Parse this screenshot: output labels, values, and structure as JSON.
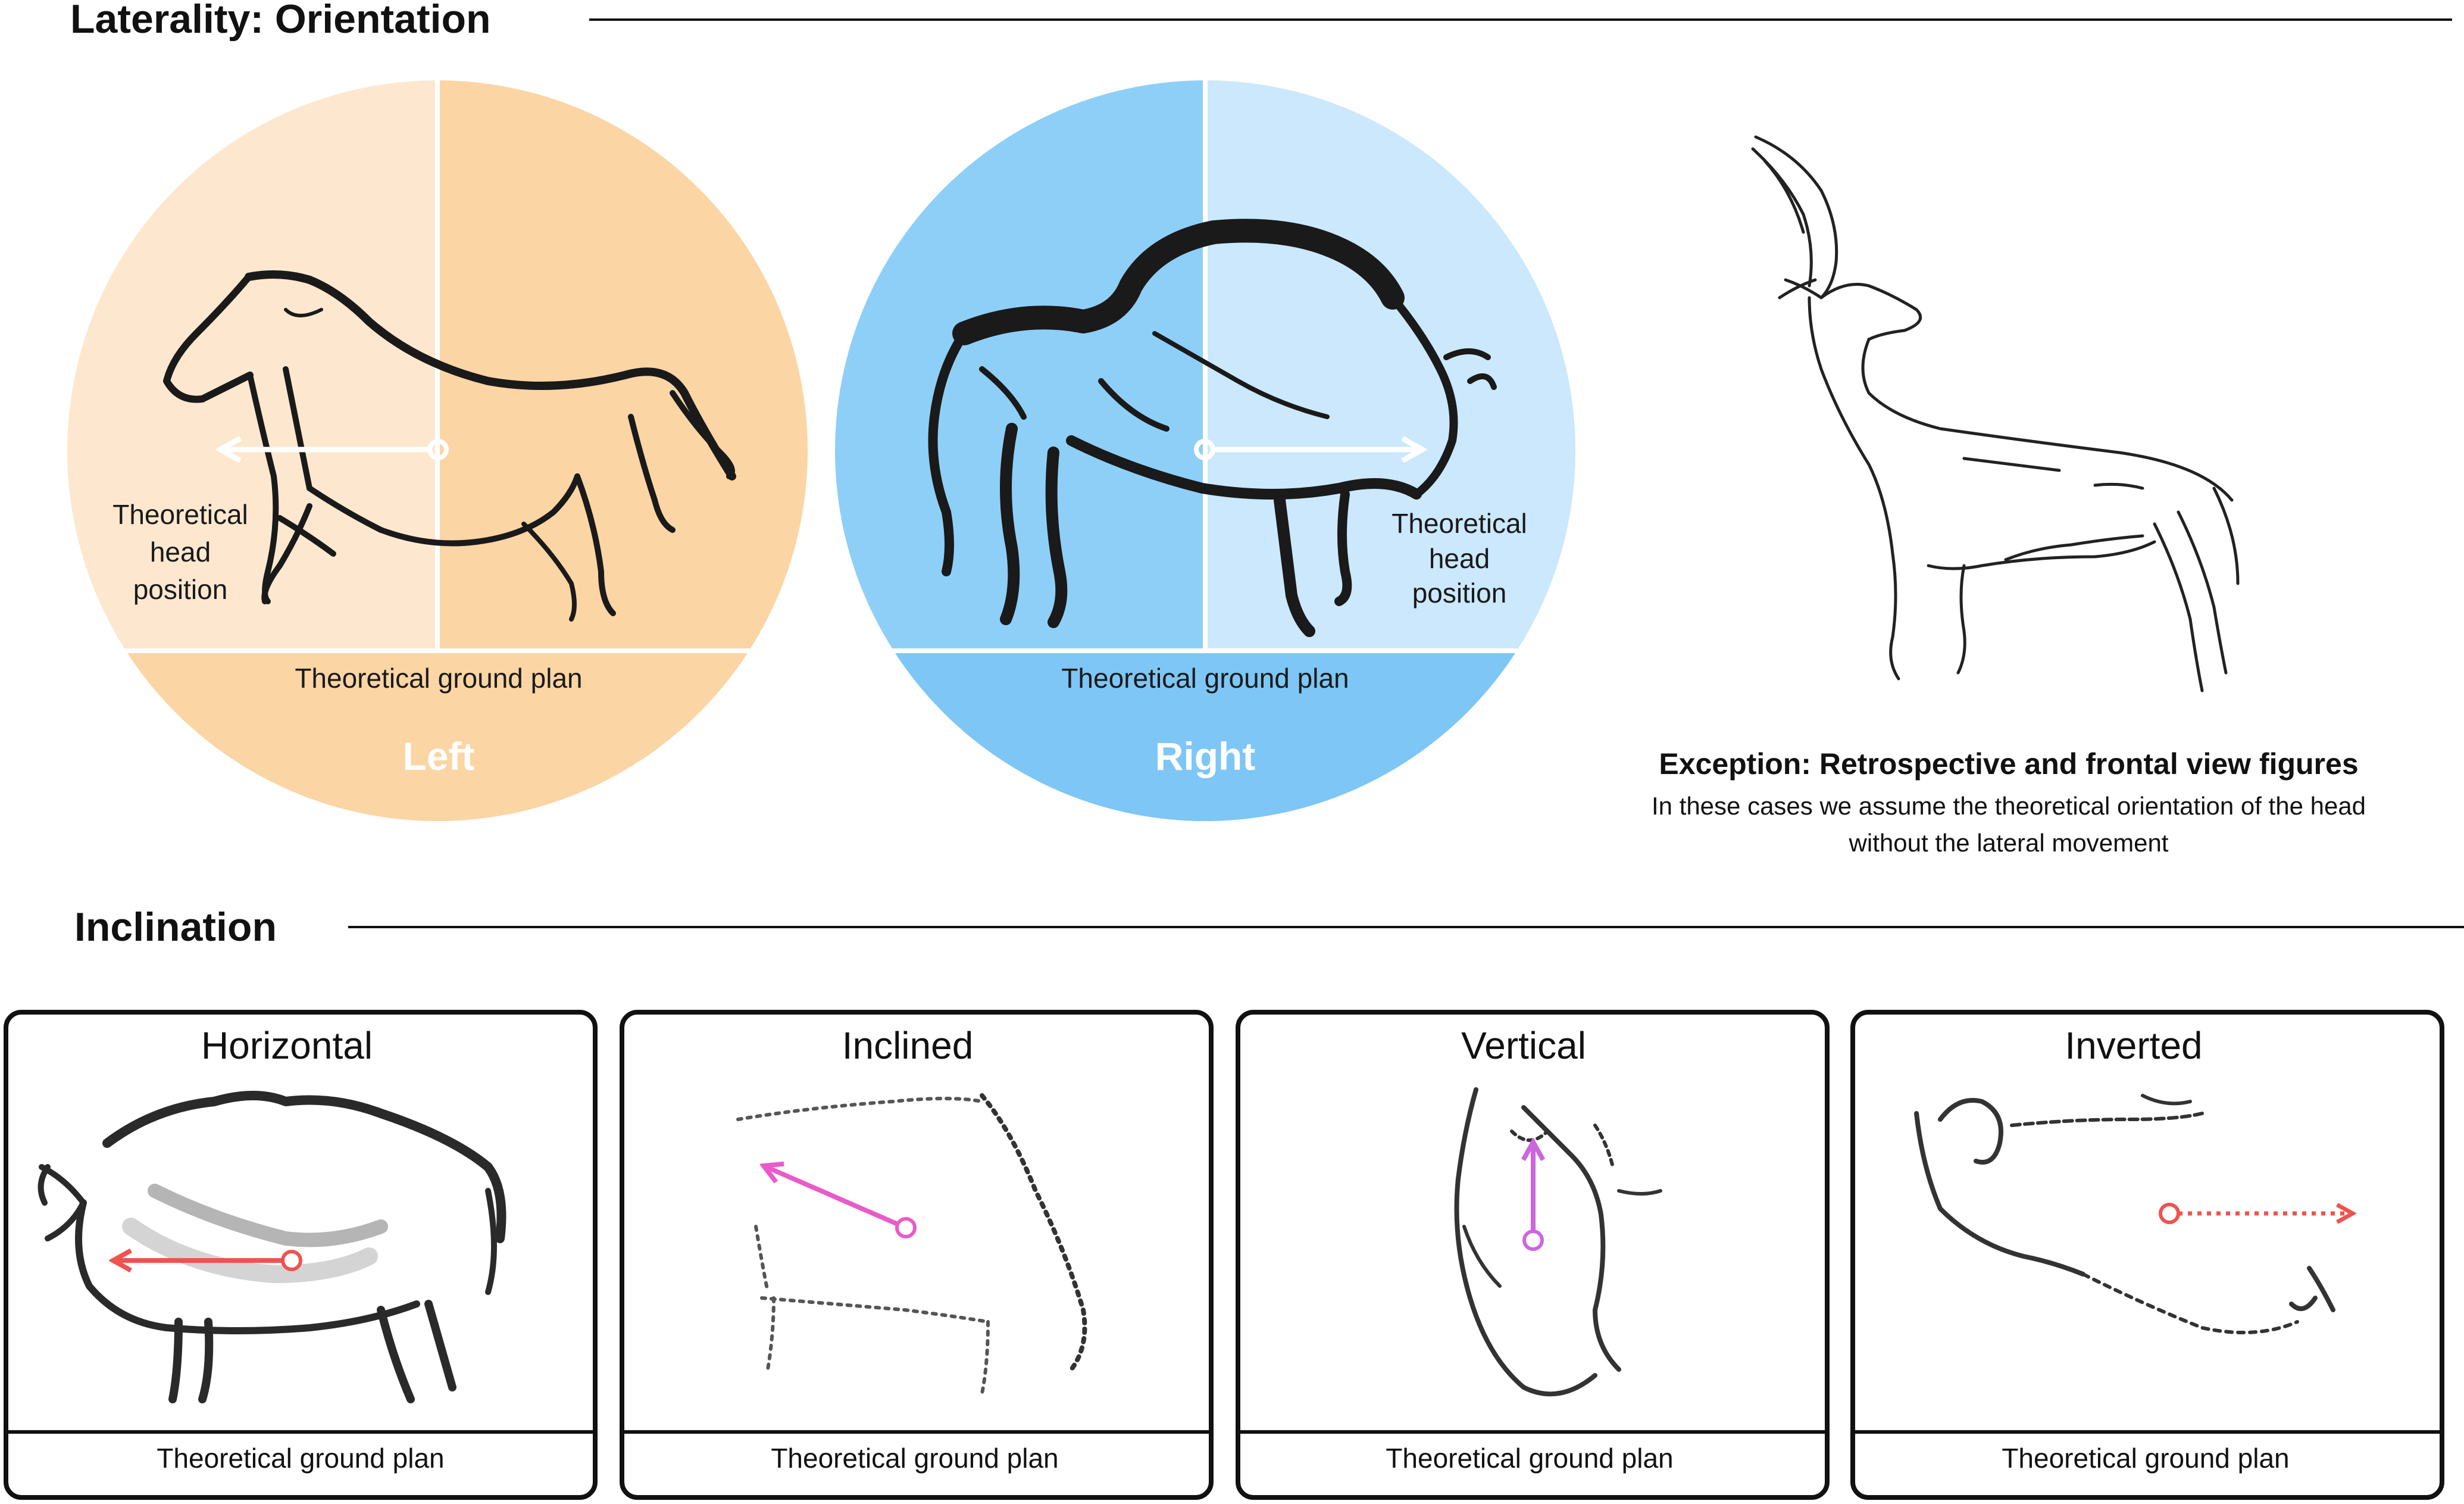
{
  "laterality": {
    "heading": "Laterality: Orientation",
    "left": {
      "head_label": [
        "Theoretical",
        "head",
        "position"
      ],
      "ground_label": "Theoretical ground plan",
      "side_label": "Left"
    },
    "right": {
      "head_label": [
        "Theoretical",
        "head",
        "position"
      ],
      "ground_label": "Theoretical ground plan",
      "side_label": "Right"
    },
    "exception": {
      "title": "Exception: Retrospective and frontal view figures",
      "lines": [
        "In these cases we assume the theoretical orientation of the head",
        "without the lateral movement"
      ]
    }
  },
  "inclination": {
    "heading": "Inclination",
    "panels": [
      {
        "title": "Horizontal",
        "ground_label": "Theoretical ground plan",
        "arrow_color": "#ef5350"
      },
      {
        "title": "Inclined",
        "ground_label": "Theoretical ground plan",
        "arrow_color": "#e85bc8"
      },
      {
        "title": "Vertical",
        "ground_label": "Theoretical ground plan",
        "arrow_color": "#cc66dd"
      },
      {
        "title": "Inverted",
        "ground_label": "Theoretical ground plan",
        "arrow_color": "#ef5350"
      }
    ]
  },
  "colors": {
    "left_circle_light": "#fde8cf",
    "left_circle_dark": "#fbd5a4",
    "right_circle_dark": "#8ecff8",
    "right_circle_light": "#cbe8fc",
    "right_band": "#7ec6f5"
  }
}
